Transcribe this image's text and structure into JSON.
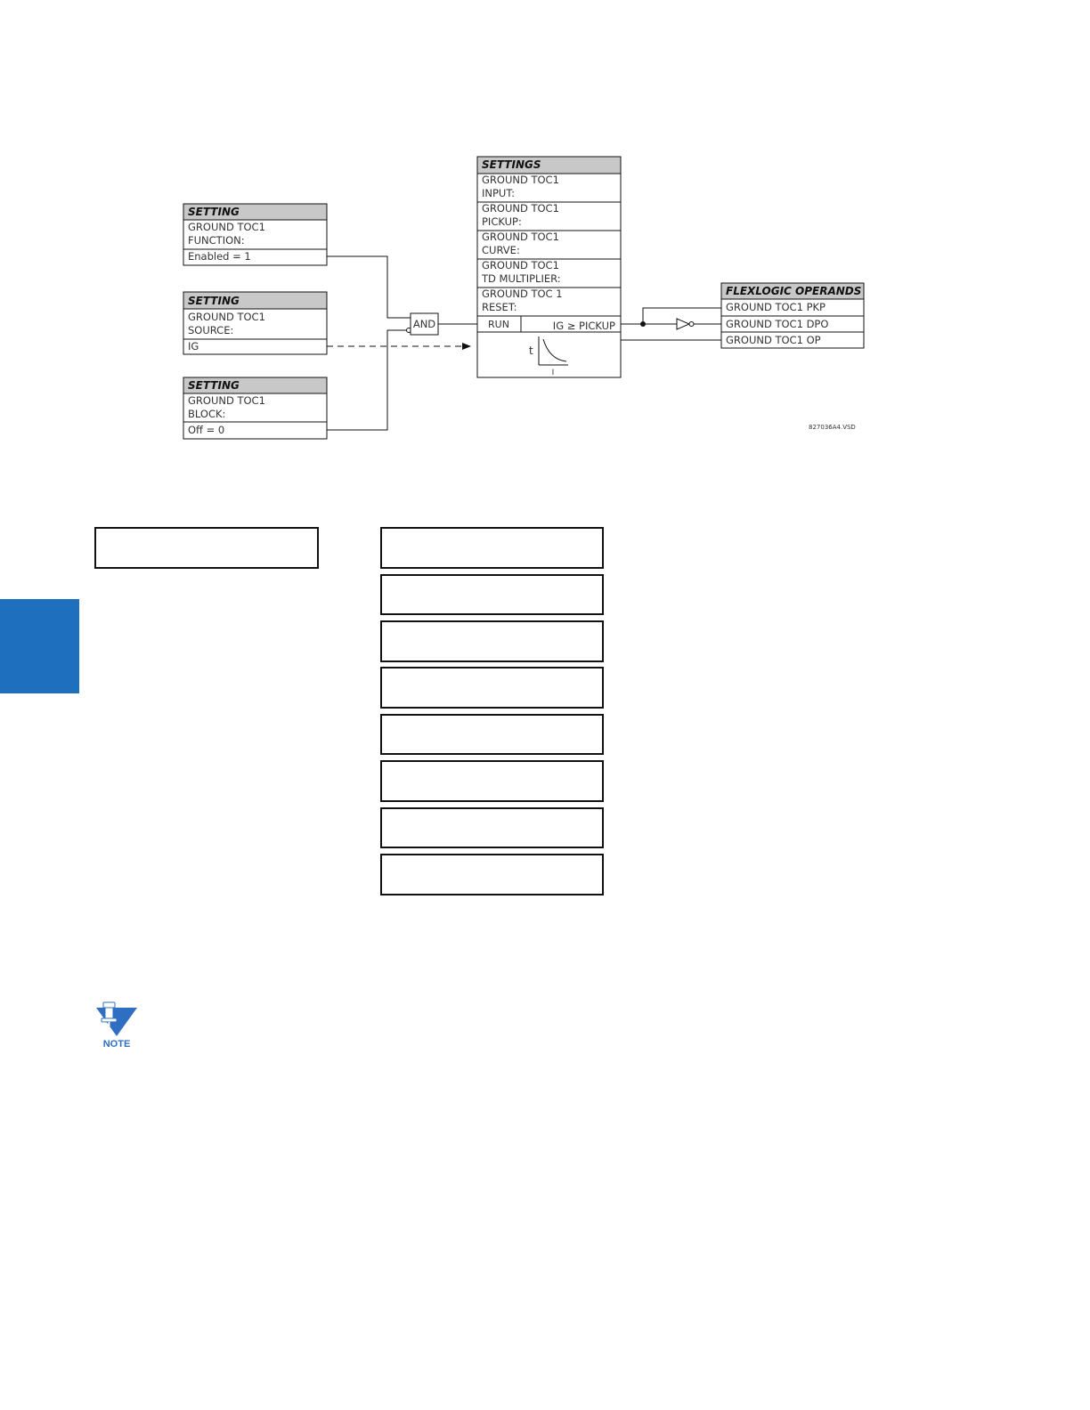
{
  "logic_diagram": {
    "setting_function": {
      "header": "SETTING",
      "name_line1": "GROUND TOC1",
      "name_line2": "FUNCTION:",
      "value": "Enabled = 1"
    },
    "setting_source": {
      "header": "SETTING",
      "name_line1": "GROUND TOC1",
      "name_line2": "SOURCE:",
      "value": "IG"
    },
    "setting_block": {
      "header": "SETTING",
      "name_line1": "GROUND TOC1",
      "name_line2": "BLOCK:",
      "value": "Off = 0"
    },
    "and_gate": {
      "label": "AND"
    },
    "settings_block": {
      "header": "SETTINGS",
      "rows": [
        {
          "line1": "GROUND TOC1",
          "line2": "INPUT:"
        },
        {
          "line1": "GROUND TOC1",
          "line2": "PICKUP:"
        },
        {
          "line1": "GROUND TOC1",
          "line2": "CURVE:"
        },
        {
          "line1": "GROUND TOC1",
          "line2": "TD MULTIPLIER:"
        },
        {
          "line1": "GROUND TOC 1",
          "line2": "RESET:"
        }
      ],
      "run_label": "RUN",
      "condition": "IG ≥ PICKUP",
      "curve_axis_y": "t",
      "curve_axis_x": "I"
    },
    "flexlogic": {
      "header": "FLEXLOGIC OPERANDS",
      "operands": [
        "GROUND TOC1 PKP",
        "GROUND TOC1 DPO",
        "GROUND TOC1 OP"
      ]
    },
    "figure_id": "827036A4.VSD"
  },
  "menu": {
    "left_box_label": "",
    "right_box_labels": [
      "",
      "",
      "",
      "",
      "",
      "",
      "",
      ""
    ]
  },
  "note": {
    "label": "NOTE"
  },
  "colors": {
    "side_tab": "#1f6fbf",
    "header_fill": "#c8c8c8",
    "note_blue": "#2f6fc1"
  }
}
